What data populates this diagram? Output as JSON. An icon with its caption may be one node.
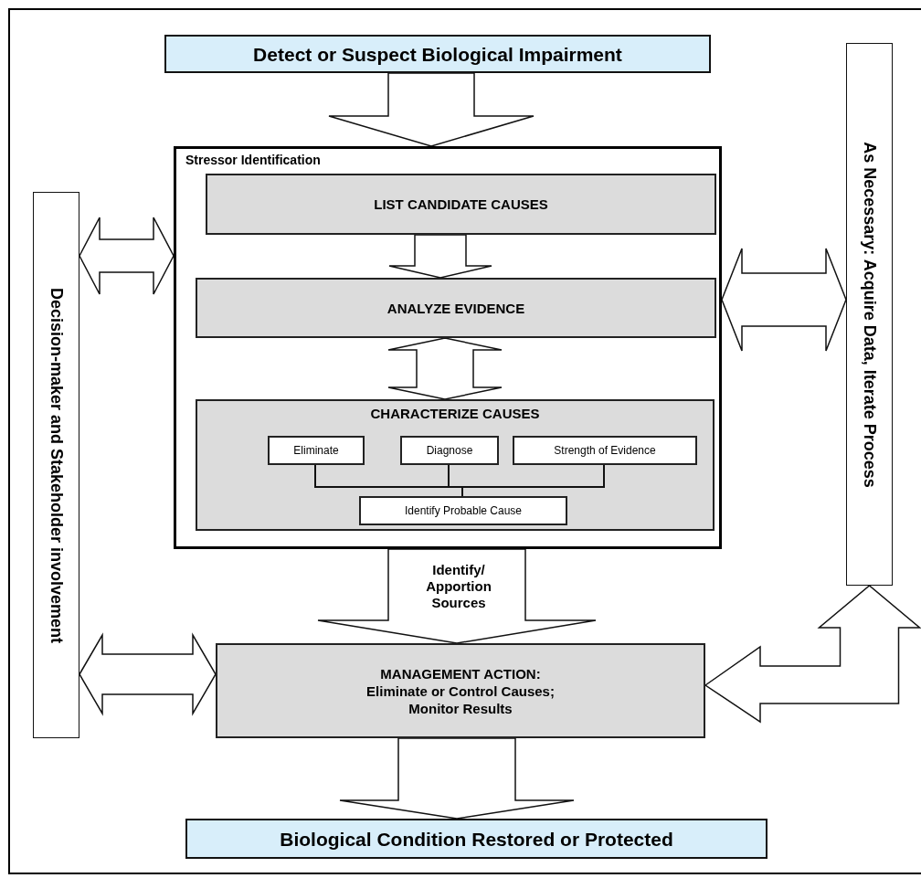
{
  "diagram": {
    "nodes": [
      {
        "text": [
          "Detect or Suspect Biological  Impairment"
        ]
      },
      {
        "text": [
          "Stressor Identification"
        ]
      },
      {
        "text": [
          "LIST CANDIDATE CAUSES"
        ],
        "in": 1
      },
      {
        "text": [
          "ANALYZE  EVIDENCE"
        ],
        "in": 1
      },
      {
        "text": [
          "CHARACTERIZE CAUSES"
        ],
        "in": 1
      },
      {
        "text": [
          "Eliminate"
        ],
        "in": 4
      },
      {
        "text": [
          "Diagnose"
        ],
        "in": 4
      },
      {
        "text": [
          "Strength of Evidence"
        ],
        "in": 4
      },
      {
        "text": [
          "Identify Probable Cause"
        ],
        "in": 4
      },
      {
        "text": [
          "Decision-maker and Stakeholder involvement"
        ]
      },
      {
        "text": [
          "As Necessary: Acquire Data, Iterate Process"
        ]
      },
      {
        "text": [
          "MANAGEMENT ACTION:",
          "Eliminate or Control Causes; Monitor Results"
        ]
      },
      {
        "text": [
          "Biological Condition Restored or Protected"
        ]
      }
    ],
    "edges": [
      {
        "from": 0,
        "to": 1,
        "arrow": "to"
      },
      {
        "from": 2,
        "to": 3,
        "arrow": "to"
      },
      {
        "from": 3,
        "to": 4,
        "arrow": "both"
      },
      {
        "from": 9,
        "to": 1,
        "arrow": "both"
      },
      {
        "from": 1,
        "to": 10,
        "arrow": "both"
      },
      {
        "from": 1,
        "to": 11,
        "arrow": "to",
        "label": "Identify/ Apportion Sources"
      },
      {
        "from": 9,
        "to": 11,
        "arrow": "both"
      },
      {
        "from": 11,
        "to": 12,
        "arrow": "to"
      },
      {
        "from": 11,
        "to": 10,
        "arrow": "both"
      },
      {
        "from": 5,
        "to": 8,
        "arrow": "none"
      },
      {
        "from": 6,
        "to": 8,
        "arrow": "none"
      },
      {
        "from": 7,
        "to": 8,
        "arrow": "none"
      }
    ]
  }
}
